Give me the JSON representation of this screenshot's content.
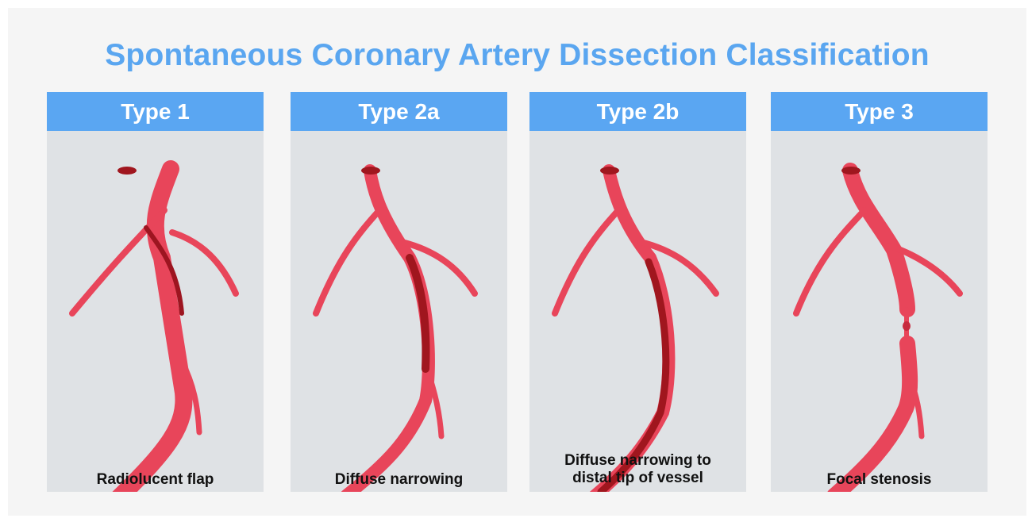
{
  "title": "Spontaneous Coronary Artery Dissection Classification",
  "panels": [
    {
      "type": "Type 1",
      "caption": [
        "Radiolucent flap"
      ]
    },
    {
      "type": "Type 2a",
      "caption": [
        "Diffuse narrowing"
      ]
    },
    {
      "type": "Type 2b",
      "caption": [
        "Diffuse narrowing to",
        "distal tip of vessel"
      ]
    },
    {
      "type": "Type 3",
      "caption": [
        "Focal stenosis"
      ]
    }
  ],
  "colors": {
    "title": "#5aa6f0",
    "header": "#5aa6f2",
    "panel_bg": "#dfe2e5",
    "artery": "#e8455a",
    "artery_dark": "#a0161e",
    "lumen": "#f4f5f6"
  }
}
